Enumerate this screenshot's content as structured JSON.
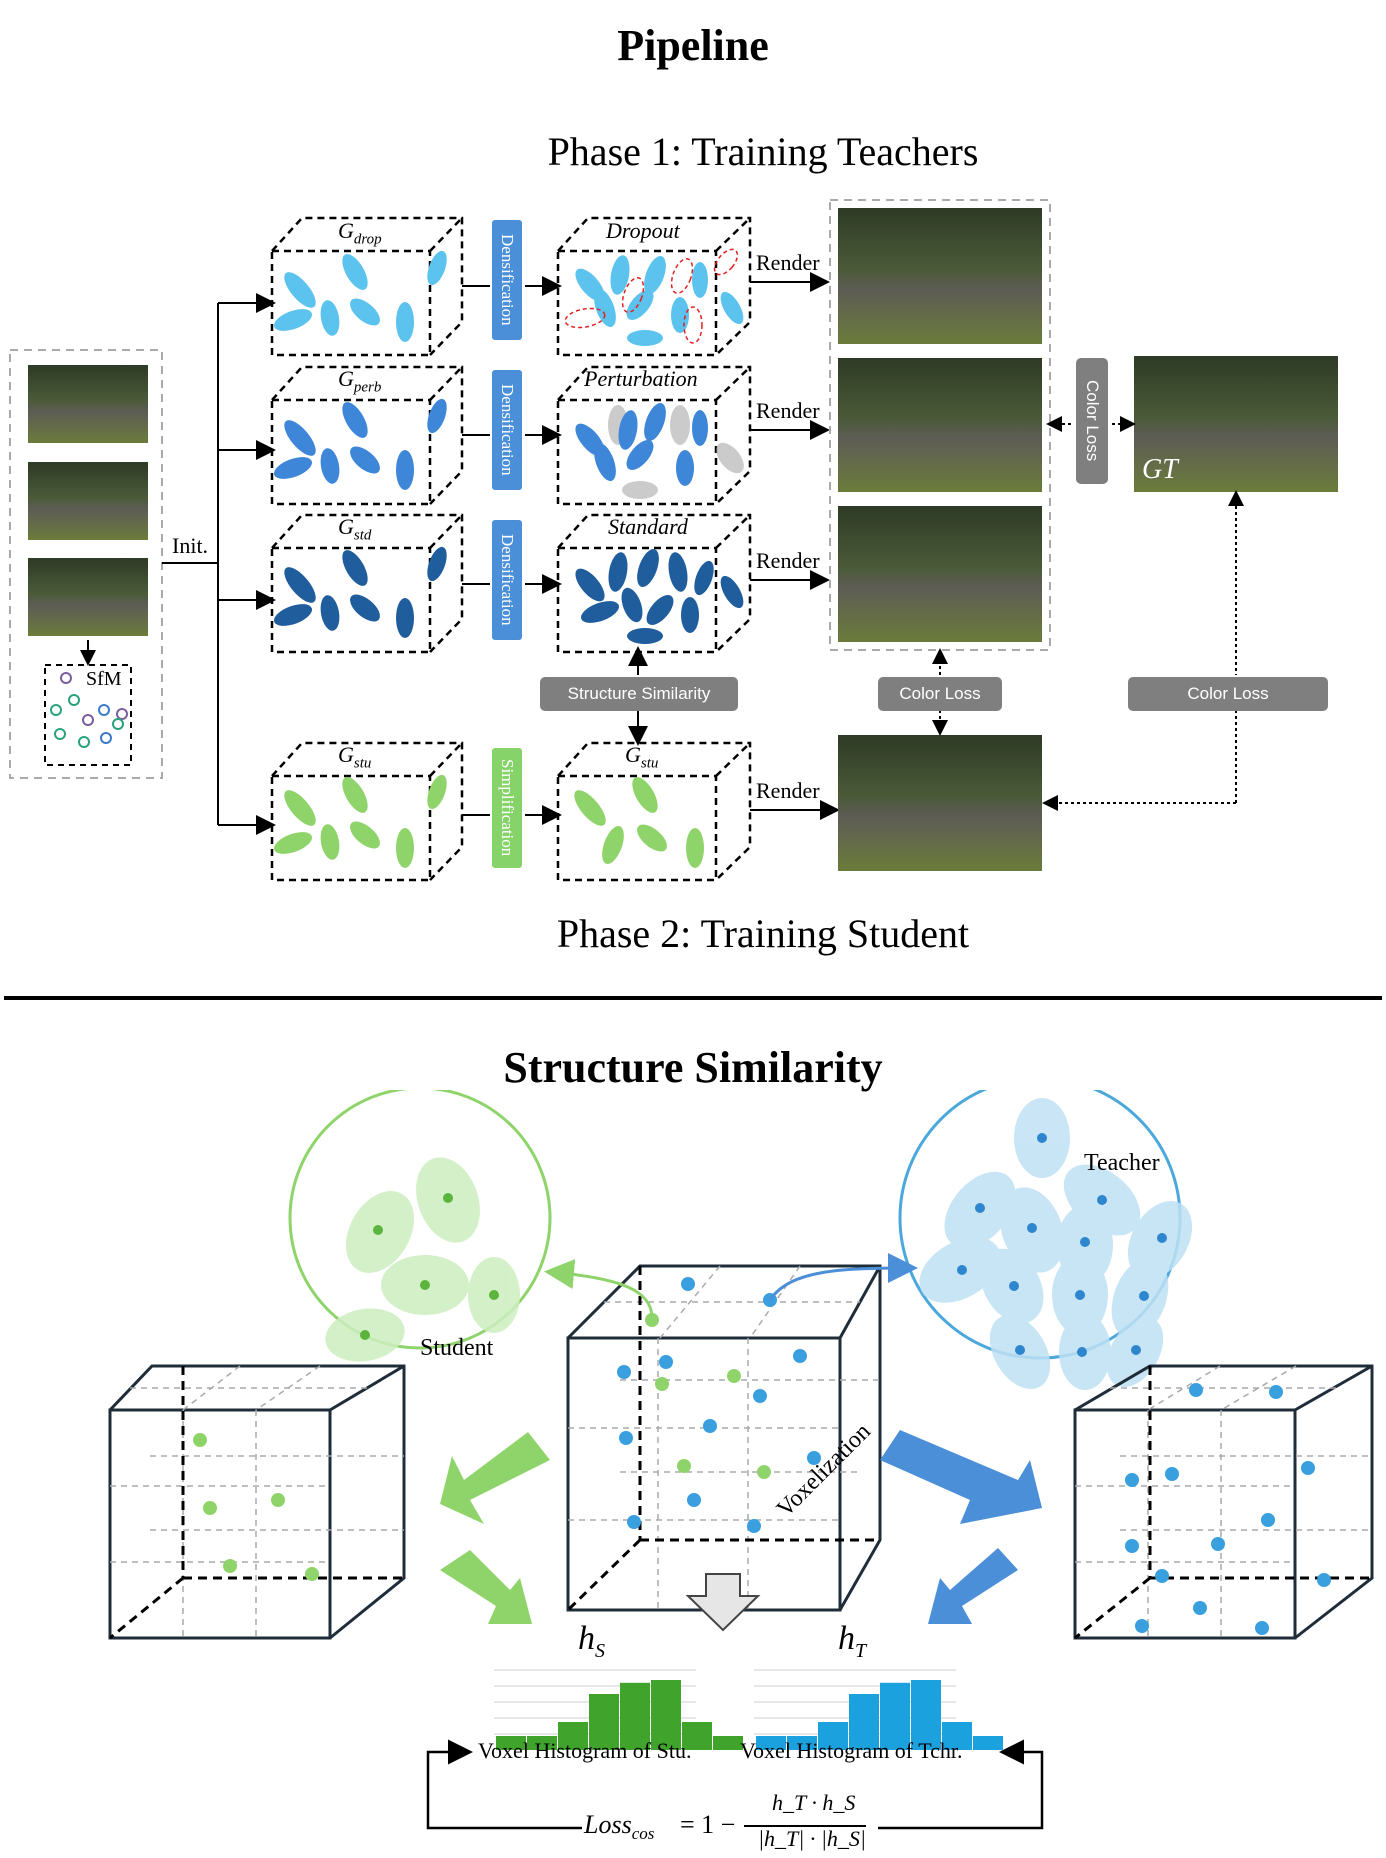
{
  "pipeline": {
    "title": "Pipeline",
    "phase1": "Phase 1: Training Teachers",
    "phase2": "Phase 2: Training Student",
    "init": "Init.",
    "sfm": "SfM",
    "render": "Render",
    "gt": "GT",
    "densification": "Densification",
    "simplification": "Simplification",
    "structure_similarity": "Structure Similarity",
    "color_loss": "Color Loss",
    "g_drop_main": "G",
    "g_drop_sub": "drop",
    "g_perb_main": "G",
    "g_perb_sub": "perb",
    "g_std_main": "G",
    "g_std_sub": "std",
    "g_stu_main": "G",
    "g_stu_sub": "stu",
    "dropout": "Dropout",
    "perturbation": "Perturbation",
    "standard": "Standard"
  },
  "structure": {
    "title": "Structure Similarity",
    "student": "Student",
    "teacher": "Teacher",
    "voxelization": "Voxelization",
    "hs_main": "h",
    "hs_sub": "S",
    "ht_main": "h",
    "ht_sub": "T",
    "hist_stu_label": "Voxel Histogram of Stu.",
    "hist_tchr_label": "Voxel Histogram of Tchr.",
    "hist_stu_values": [
      1,
      1,
      2,
      4,
      4.8,
      5,
      2,
      1
    ],
    "hist_tchr_values": [
      1,
      1,
      2,
      4,
      4.8,
      5,
      2,
      1
    ],
    "loss_lhs": "Loss",
    "loss_sub": "cos",
    "loss_eq": "= 1 −",
    "loss_num": "h_T · h_S",
    "loss_den": "|h_T| · |h_S|"
  },
  "colors": {
    "teacher_drop": "#5bc3ee",
    "teacher_perb": "#3d86d8",
    "teacher_std": "#1f5d9c",
    "student": "#8fd46a",
    "densify_bar": "#4a8fd8",
    "simplify_bar": "#86d36a",
    "stu_hist": "#3fa32c",
    "tchr_hist": "#1ba1dd"
  }
}
